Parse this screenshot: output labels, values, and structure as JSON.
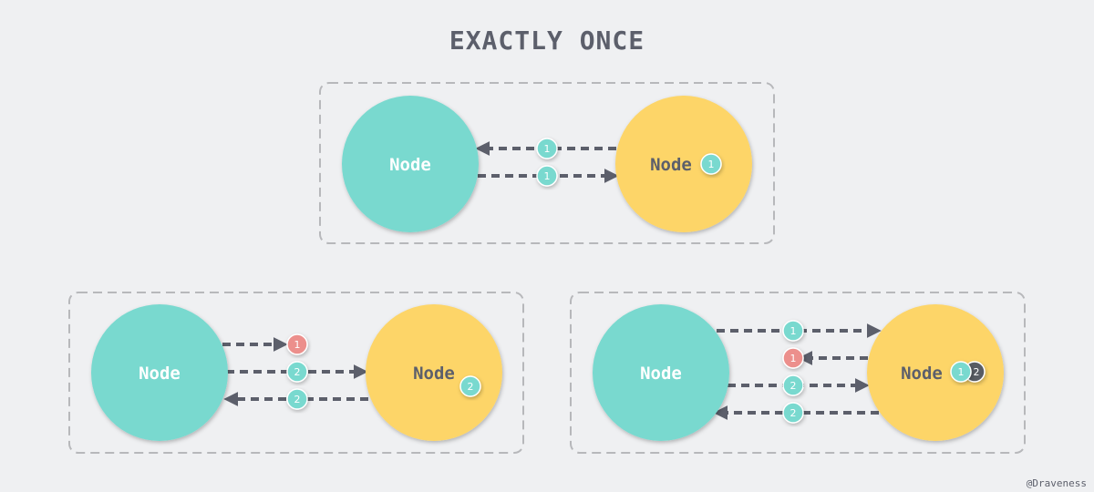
{
  "title": "EXACTLY ONCE",
  "credit": "@Draveness",
  "node_label": "Node",
  "colors": {
    "background": "#eff0f2",
    "node_teal": "#79d9cf",
    "node_yellow": "#fdd567",
    "badge_teal": "#79d9cf",
    "badge_red": "#ec8f8c",
    "badge_dark": "#595b63",
    "arrow": "#5c5f6b",
    "frame": "#b7b8bb",
    "text_dark": "#5c5f6b",
    "text_light": "#ffffff"
  },
  "panels": [
    {
      "messages": [
        {
          "direction": "to-left",
          "label": "1",
          "badge": "teal"
        },
        {
          "direction": "to-right",
          "label": "1",
          "badge": "teal"
        }
      ],
      "stored": [
        "1"
      ]
    },
    {
      "messages": [
        {
          "direction": "to-right",
          "label": "1",
          "badge": "red"
        },
        {
          "direction": "to-right",
          "label": "2",
          "badge": "teal"
        },
        {
          "direction": "to-left",
          "label": "2",
          "badge": "teal"
        }
      ],
      "stored": [
        "2"
      ]
    },
    {
      "messages": [
        {
          "direction": "to-right",
          "label": "1",
          "badge": "teal"
        },
        {
          "direction": "to-left",
          "label": "1",
          "badge": "red"
        },
        {
          "direction": "to-right",
          "label": "2",
          "badge": "teal"
        },
        {
          "direction": "to-left",
          "label": "2",
          "badge": "teal"
        }
      ],
      "stored": [
        "2",
        "1"
      ]
    }
  ]
}
